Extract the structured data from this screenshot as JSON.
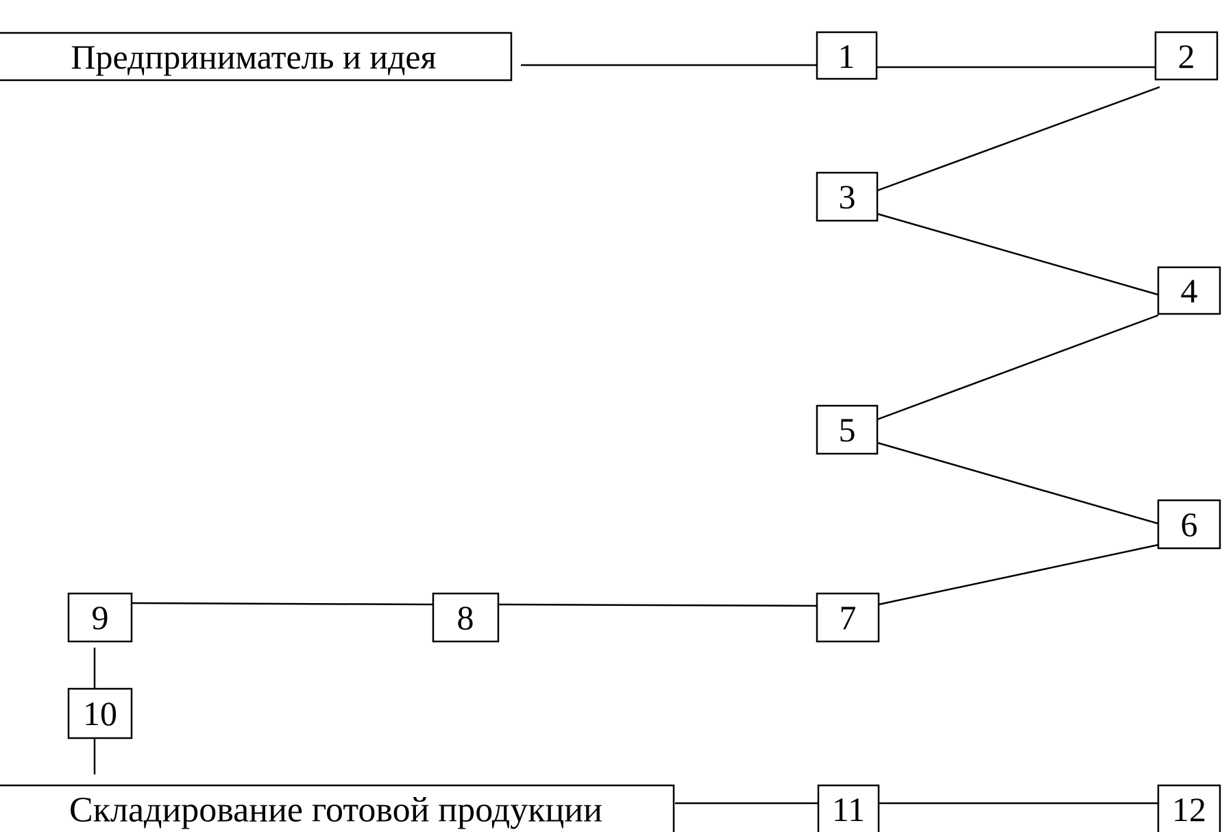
{
  "diagram": {
    "start_label": "Предприниматель и идея",
    "end_label": "Складирование  готовой продукции",
    "steps": [
      "1",
      "2",
      "3",
      "4",
      "5",
      "6",
      "7",
      "8",
      "9",
      "10",
      "11",
      "12"
    ]
  }
}
